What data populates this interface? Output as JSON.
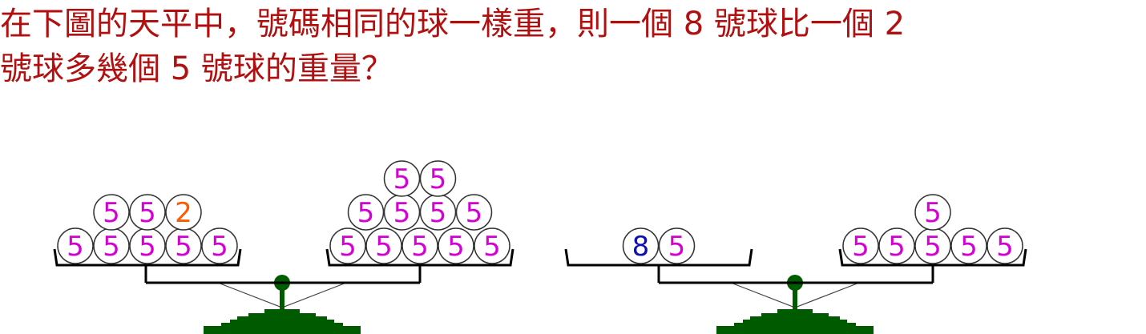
{
  "question": {
    "line1": "在下圖的天平中，號碼相同的球一樣重，則一個 8 號球比一個 2",
    "line2": "號球多幾個 5 號球的重量？"
  },
  "colors": {
    "text": "#b01010",
    "five": "#d400d4",
    "two": "#ff5a00",
    "eight": "#1010b0",
    "stand": "#005a00",
    "line": "#000000"
  },
  "scales": [
    {
      "left_pan": {
        "rows": [
          [
            "5",
            "5",
            "5",
            "5",
            "5"
          ],
          [
            "5",
            "5",
            "2"
          ]
        ]
      },
      "right_pan": {
        "rows": [
          [
            "5",
            "5",
            "5",
            "5",
            "5"
          ],
          [
            "5",
            "5",
            "5",
            "5"
          ],
          [
            "5",
            "5"
          ]
        ]
      }
    },
    {
      "left_pan": {
        "rows": [
          [
            "8",
            "5"
          ]
        ]
      },
      "right_pan": {
        "rows": [
          [
            "5",
            "5",
            "5",
            "5",
            "5"
          ],
          [
            "5"
          ]
        ]
      }
    }
  ]
}
